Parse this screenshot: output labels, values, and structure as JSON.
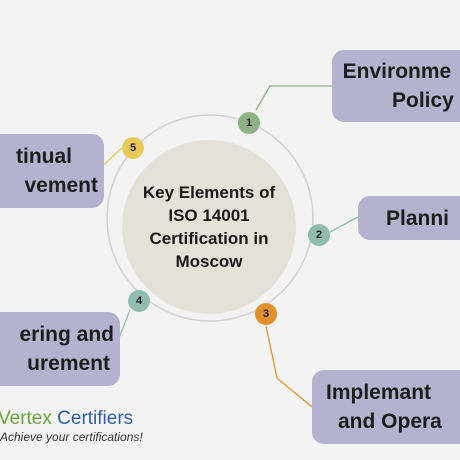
{
  "center": {
    "title": "Key Elements of ISO 14001 Certification in Moscow"
  },
  "elements": [
    {
      "number": "1",
      "lines": [
        "Environme",
        "Policy"
      ],
      "color": "#8fb287"
    },
    {
      "number": "2",
      "lines": [
        "Planni"
      ],
      "color": "#91bdb0"
    },
    {
      "number": "3",
      "lines": [
        "Implemant",
        "and Opera"
      ],
      "color": "#e3902c"
    },
    {
      "number": "4",
      "lines": [
        "ering and",
        "urement"
      ],
      "color": "#91bdb0"
    },
    {
      "number": "5",
      "lines": [
        "tinual",
        "vement"
      ],
      "color": "#e7c95a"
    }
  ],
  "logo": {
    "word1": "Vertex",
    "word2": "Certifiers",
    "tagline": "Achieve your certifications!"
  },
  "colors": {
    "background": "#f4f3f4",
    "box": "#b4b2ce",
    "center": "#e4e1da"
  }
}
